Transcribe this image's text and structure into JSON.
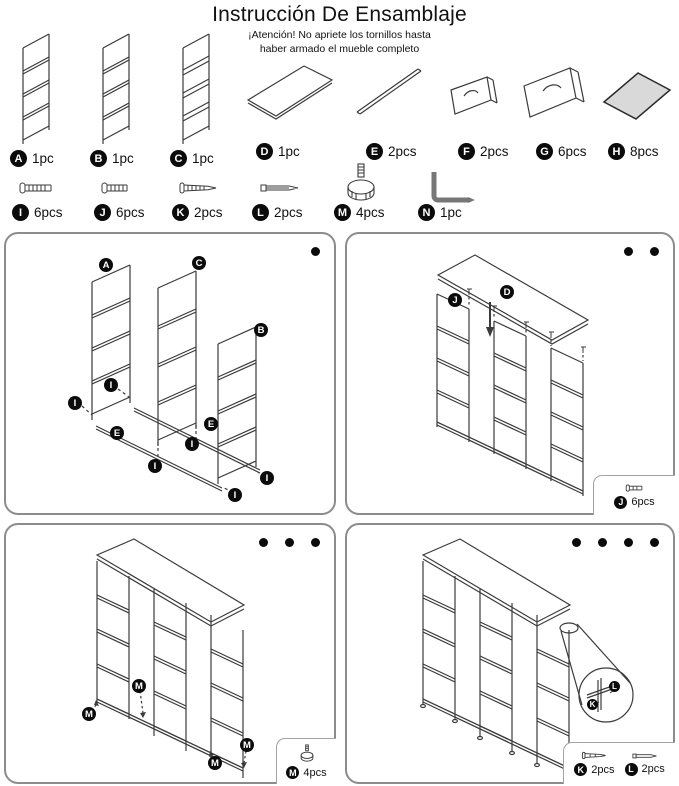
{
  "header": {
    "title": "Instrucción De Ensamblaje",
    "warning_line1": "¡Atención! No apriete los tornillos hasta",
    "warning_line2": "haber armado el mueble completo"
  },
  "parts": [
    {
      "id": "A",
      "qty": "1pc",
      "icon": "frame-panel-a"
    },
    {
      "id": "B",
      "qty": "1pc",
      "icon": "frame-panel-b"
    },
    {
      "id": "C",
      "qty": "1pc",
      "icon": "frame-panel-c"
    },
    {
      "id": "D",
      "qty": "1pc",
      "icon": "top-board"
    },
    {
      "id": "E",
      "qty": "2pcs",
      "icon": "support-rod"
    },
    {
      "id": "F",
      "qty": "2pcs",
      "icon": "small-drawer"
    },
    {
      "id": "G",
      "qty": "6pcs",
      "icon": "large-drawer"
    },
    {
      "id": "H",
      "qty": "8pcs",
      "icon": "fabric-panel"
    },
    {
      "id": "I",
      "qty": "6pcs",
      "icon": "bolt"
    },
    {
      "id": "J",
      "qty": "6pcs",
      "icon": "short-bolt"
    },
    {
      "id": "K",
      "qty": "2pcs",
      "icon": "screw"
    },
    {
      "id": "L",
      "qty": "2pcs",
      "icon": "flat-bolt"
    },
    {
      "id": "M",
      "qty": "4pcs",
      "icon": "adjustable-foot"
    },
    {
      "id": "N",
      "qty": "1pc",
      "icon": "allen-key"
    }
  ],
  "steps": [
    {
      "dots": 1,
      "markers": [
        "A",
        "C",
        "B",
        "I",
        "I",
        "E",
        "E",
        "I",
        "I",
        "I",
        "I"
      ],
      "inset": []
    },
    {
      "dots": 2,
      "markers": [
        "J",
        "D"
      ],
      "inset": [
        {
          "id": "J",
          "qty": "6pcs"
        }
      ]
    },
    {
      "dots": 3,
      "markers": [
        "M",
        "M",
        "M",
        "M"
      ],
      "inset": [
        {
          "id": "M",
          "qty": "4pcs"
        }
      ]
    },
    {
      "dots": 4,
      "markers": [
        "K",
        "L"
      ],
      "inset": [
        {
          "id": "K",
          "qty": "2pcs"
        },
        {
          "id": "L",
          "qty": "2pcs"
        }
      ]
    }
  ],
  "colors": {
    "line_art": "#3b3b3b",
    "panel_border": "#8c8c8c",
    "badge_background": "#0b0b0b",
    "fabric_gray": "#d9d9d9"
  }
}
